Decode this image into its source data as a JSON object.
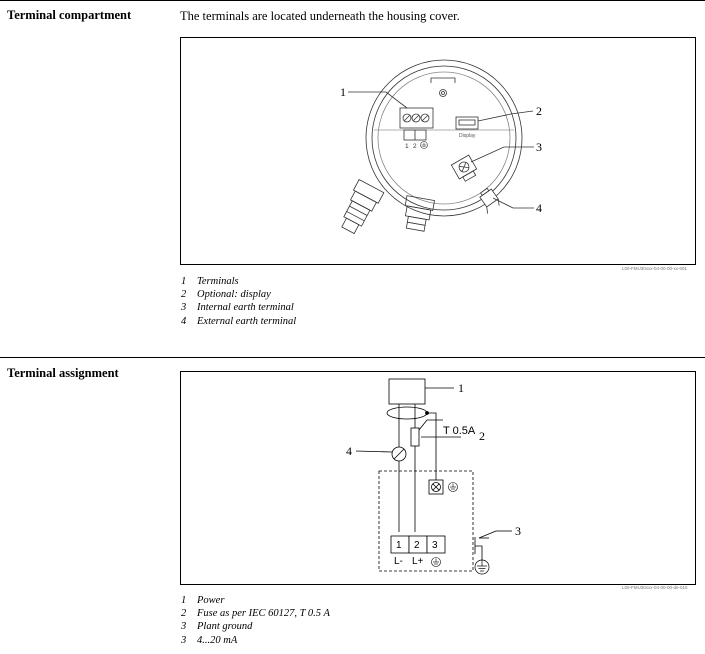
{
  "section1": {
    "title": "Terminal compartment",
    "intro": "The terminals are located underneath the housing cover.",
    "figure_code": "L00-FMU30xxx-04-00-00-xx-001",
    "callouts": [
      "1",
      "2",
      "3",
      "4"
    ],
    "display_text": "Display",
    "terminal_numbers": [
      "1",
      "2"
    ],
    "legend": [
      {
        "num": "1",
        "text": "Terminals"
      },
      {
        "num": "2",
        "text": "Optional: display"
      },
      {
        "num": "3",
        "text": "Internal earth terminal"
      },
      {
        "num": "4",
        "text": "External earth terminal"
      }
    ]
  },
  "section2": {
    "title": "Terminal assignment",
    "figure_code": "L00-FMU30xxx-04-00-00-de-015",
    "callouts": [
      "1",
      "2",
      "3",
      "4"
    ],
    "fuse_label": "T 0.5A",
    "terminals": [
      {
        "num": "1",
        "label": "L-"
      },
      {
        "num": "2",
        "label": "L+"
      },
      {
        "num": "3",
        "label": ""
      }
    ],
    "legend": [
      {
        "num": "1",
        "text": "Power"
      },
      {
        "num": "2",
        "text": "Fuse as per IEC 60127, T 0.5 A"
      },
      {
        "num": "3",
        "text": "Plant ground"
      },
      {
        "num": "3",
        "text": "4...20 mA"
      }
    ]
  }
}
